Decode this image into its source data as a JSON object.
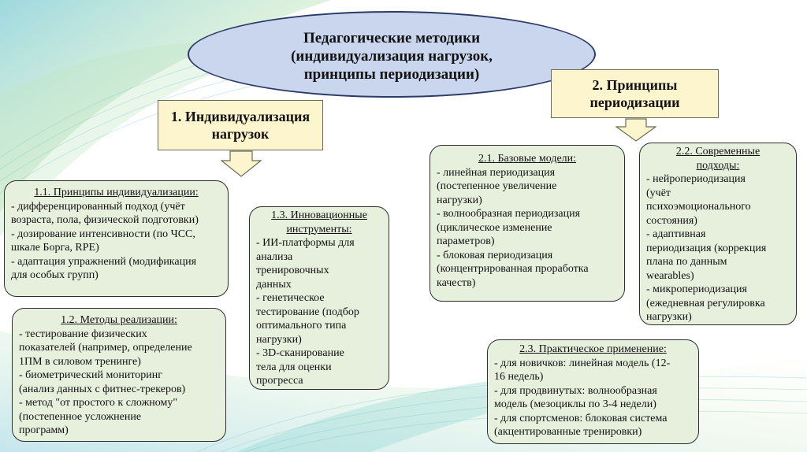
{
  "title": "Педагогические методики\n(индивидуализация нагрузок,\nпринципы периодизации)",
  "section1": {
    "heading": "1. Индивидуализация\nнагрузок",
    "cards": [
      {
        "title": "1.1. Принципы индивидуализации:",
        "lines": "- дифференцированный подход (учёт\nвозраста, пола, физической подготовки)\n- дозирование интенсивности (по ЧСС,\nшкале Борга, RPE)\n- адаптация упражнений (модификация\nдля особых групп)"
      },
      {
        "title": "1.2. Методы реализации:",
        "lines": "- тестирование физических\nпоказателей (например, определение\n1ПМ в силовом тренинге)\n- биометрический мониторинг\n(анализ данных с фитнес-трекеров)\n- метод \"от простого к сложному\"\n(постепенное усложнение\nпрограмм)"
      },
      {
        "title": "1.3. Инновационные\nинструменты:",
        "lines": "- ИИ-платформы для\nанализа\nтренировочных\nданных\n- генетическое\nтестирование (подбор\nоптимального типа\nнагрузки)\n- 3D-сканирование\nтела для оценки\nпрогресса"
      }
    ]
  },
  "section2": {
    "heading": "2. Принципы\nпериодизации",
    "cards": [
      {
        "title": "2.1. Базовые модели:",
        "lines": "- линейная периодизация\n(постепенное увеличение\nнагрузки)\n- волнообразная периодизация\n(циклическое изменение\nпараметров)\n- блоковая периодизация\n(концентрированная проработка\nкачеств)"
      },
      {
        "title": "2.2. Современные\nподходы:",
        "lines": "- нейропериодизация\n(учёт\nпсихоэмоционального\nсостояния)\n- адаптивная\nпериодизация (коррекция\nплана по данным\nwearables)\n- микропериодизация\n(ежедневная регулировка\nнагрузки)"
      },
      {
        "title": "2.3. Практическое применение:",
        "lines": "- для новичков: линейная модель (12-\n16 недель)\n- для продвинутых: волнообразная\nмодель (мезоциклы по 3-4 недели)\n- для спортсменов: блоковая система\n(акцентированные тренировки)"
      }
    ]
  },
  "colors": {
    "ellipse_fill": "#c9d6ee",
    "ellipse_border": "#2c3a68",
    "heading_fill": "#fdf5cd",
    "card_fill": "#e7efdd",
    "background_accent": "#8fd6d3"
  }
}
